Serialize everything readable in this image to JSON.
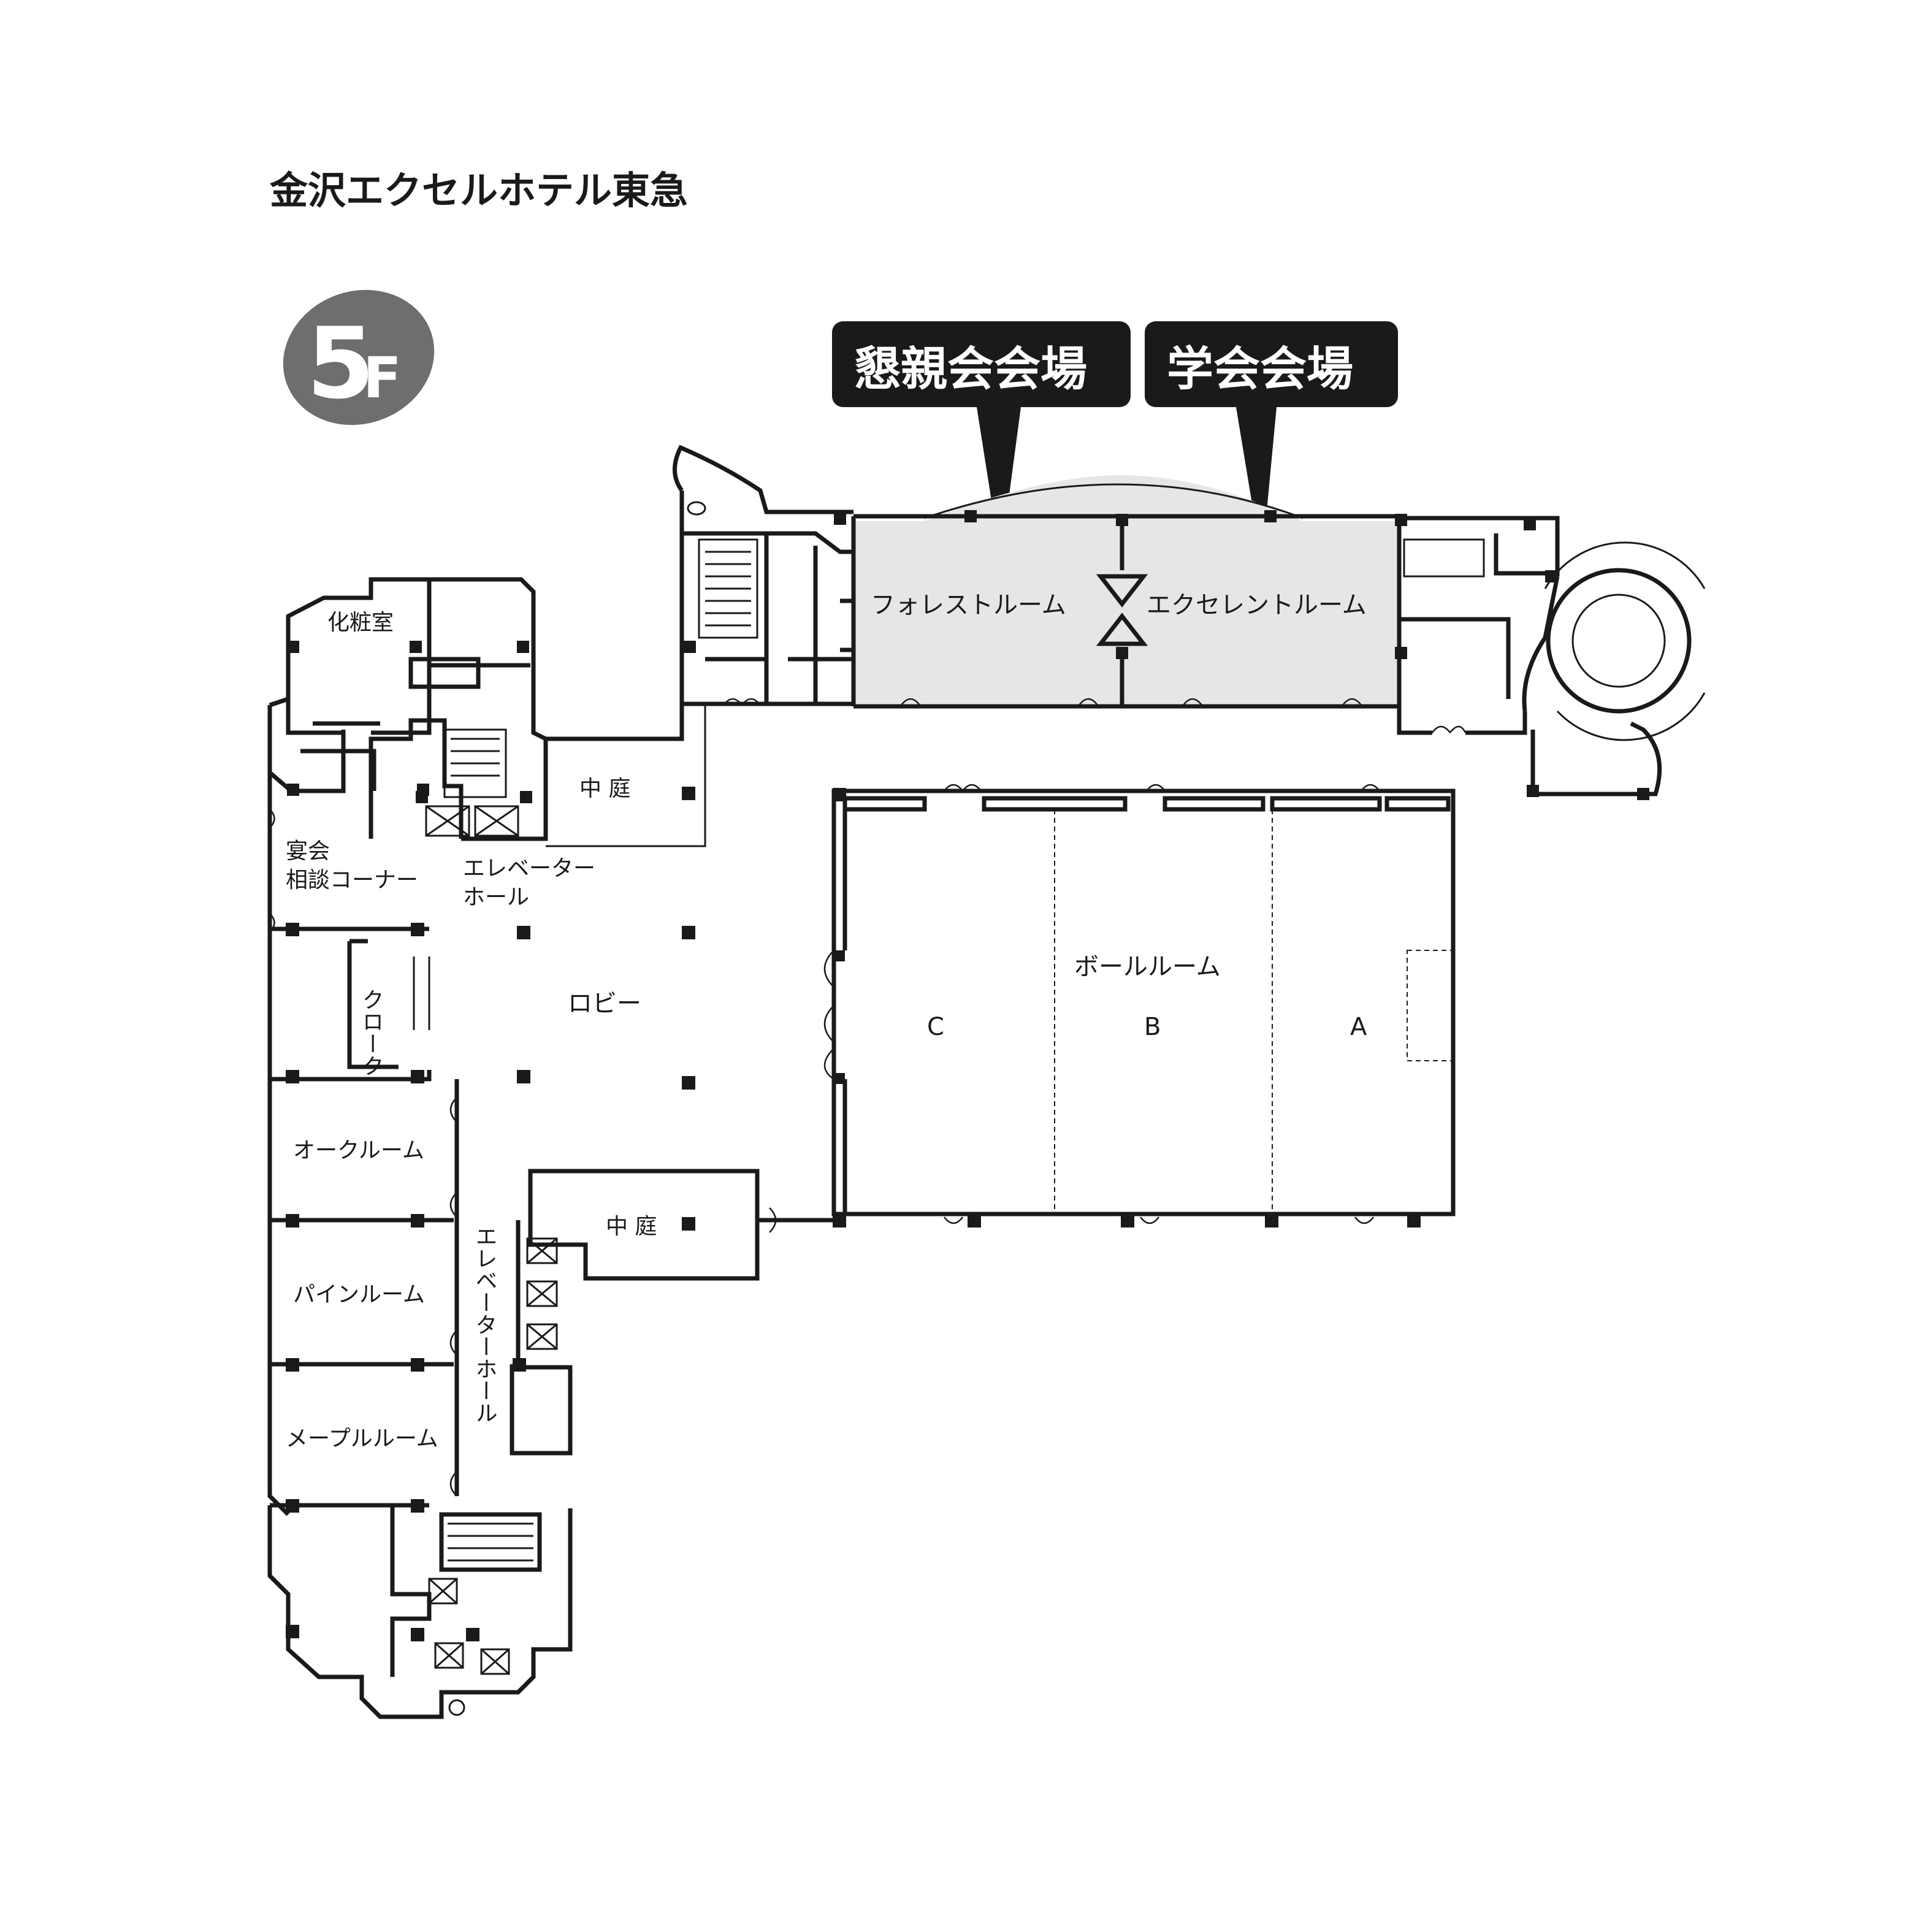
{
  "title": "金沢エクセルホテル東急",
  "floor": {
    "number": "5",
    "suffix": "F"
  },
  "callouts": [
    {
      "label": "懇親会会場"
    },
    {
      "label": "学会会場"
    }
  ],
  "rooms": {
    "forest": "フォレストルーム",
    "excellent": "エクセレントルーム",
    "powder": "化粧室",
    "courtyard_top": "中 庭",
    "courtyard_bottom": "中 庭",
    "banquet_line1": "宴会",
    "banquet_line2": "相談コーナー",
    "elevator_hall_top_line1": "エレベーター",
    "elevator_hall_top_line2": "ホール",
    "cloak": "クローク",
    "lobby": "ロビー",
    "oak": "オークルーム",
    "pine": "パインルーム",
    "maple": "メープルルーム",
    "elevator_hall_vertical": "エレベーターホール",
    "ballroom": "ボールルーム",
    "ballroom_a": "A",
    "ballroom_b": "B",
    "ballroom_c": "C"
  },
  "colors": {
    "highlight": "#e6e6e6",
    "callout": "#1a1a1a",
    "badge": "#6e6e6e",
    "ink": "#1a1a1a"
  }
}
